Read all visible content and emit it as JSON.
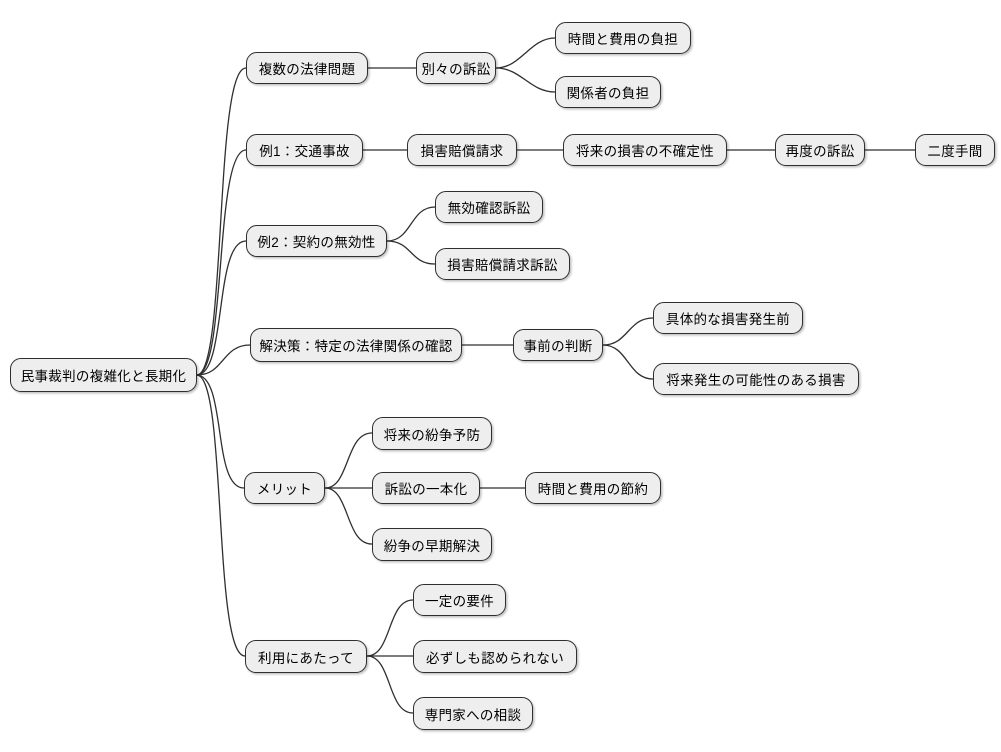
{
  "diagram": {
    "type": "mindmap",
    "orientation": "left-to-right",
    "background": "#ffffff",
    "node_fill": "#eeeeee",
    "node_border": "#2f2f2f",
    "edge_color": "#2f2f2f",
    "text_color": "#000000"
  },
  "nodes": {
    "root": {
      "label": "民事裁判の複雑化と長期化"
    },
    "n1": {
      "label": "複数の法律問題"
    },
    "n1a": {
      "label": "別々の訴訟"
    },
    "n1a1": {
      "label": "時間と費用の負担"
    },
    "n1a2": {
      "label": "関係者の負担"
    },
    "n2": {
      "label": "例1：交通事故"
    },
    "n2a": {
      "label": "損害賠償請求"
    },
    "n2b": {
      "label": "将来の損害の不確定性"
    },
    "n2c": {
      "label": "再度の訴訟"
    },
    "n2d": {
      "label": "二度手間"
    },
    "n3": {
      "label": "例2：契約の無効性"
    },
    "n3a": {
      "label": "無効確認訴訟"
    },
    "n3b": {
      "label": "損害賠償請求訴訟"
    },
    "n4": {
      "label": "解決策：特定の法律関係の確認"
    },
    "n4a": {
      "label": "事前の判断"
    },
    "n4a1": {
      "label": "具体的な損害発生前"
    },
    "n4a2": {
      "label": "将来発生の可能性のある損害"
    },
    "n5": {
      "label": "メリット"
    },
    "n5a": {
      "label": "将来の紛争予防"
    },
    "n5b": {
      "label": "訴訟の一本化"
    },
    "n5b1": {
      "label": "時間と費用の節約"
    },
    "n5c": {
      "label": "紛争の早期解決"
    },
    "n6": {
      "label": "利用にあたって"
    },
    "n6a": {
      "label": "一定の要件"
    },
    "n6b": {
      "label": "必ずしも認められない"
    },
    "n6c": {
      "label": "専門家への相談"
    }
  },
  "edges": [
    {
      "from": "root",
      "to": "n1"
    },
    {
      "from": "root",
      "to": "n2"
    },
    {
      "from": "root",
      "to": "n3"
    },
    {
      "from": "root",
      "to": "n4"
    },
    {
      "from": "root",
      "to": "n5"
    },
    {
      "from": "root",
      "to": "n6"
    },
    {
      "from": "n1",
      "to": "n1a"
    },
    {
      "from": "n1a",
      "to": "n1a1"
    },
    {
      "from": "n1a",
      "to": "n1a2"
    },
    {
      "from": "n2",
      "to": "n2a"
    },
    {
      "from": "n2a",
      "to": "n2b"
    },
    {
      "from": "n2b",
      "to": "n2c"
    },
    {
      "from": "n2c",
      "to": "n2d"
    },
    {
      "from": "n3",
      "to": "n3a"
    },
    {
      "from": "n3",
      "to": "n3b"
    },
    {
      "from": "n4",
      "to": "n4a"
    },
    {
      "from": "n4a",
      "to": "n4a1"
    },
    {
      "from": "n4a",
      "to": "n4a2"
    },
    {
      "from": "n5",
      "to": "n5a"
    },
    {
      "from": "n5",
      "to": "n5b"
    },
    {
      "from": "n5",
      "to": "n5c"
    },
    {
      "from": "n5b",
      "to": "n5b1"
    },
    {
      "from": "n6",
      "to": "n6a"
    },
    {
      "from": "n6",
      "to": "n6b"
    },
    {
      "from": "n6",
      "to": "n6c"
    }
  ]
}
